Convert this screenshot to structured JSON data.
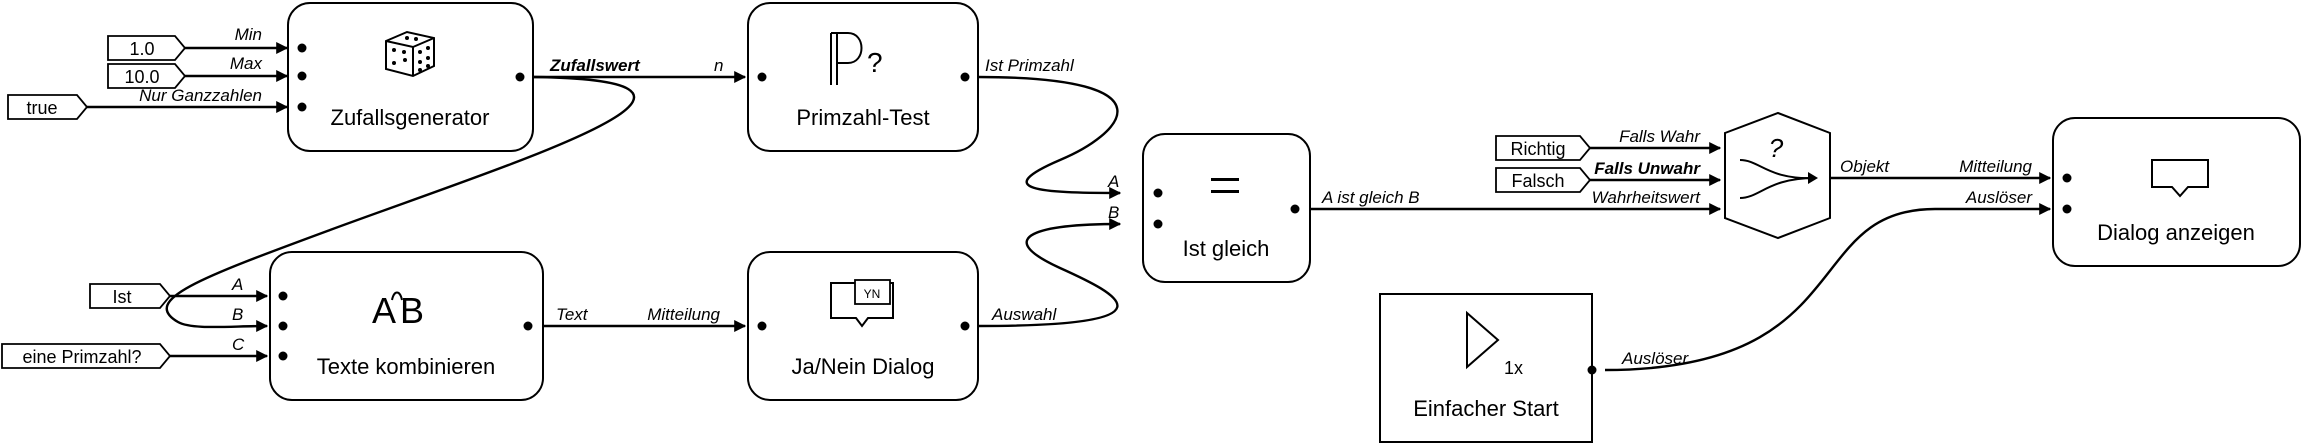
{
  "nodes": {
    "random": {
      "title": "Zufallsgenerator",
      "in_labels": [
        "Min",
        "Max",
        "Nur Ganzzahlen"
      ],
      "out_label": "Zufallswert",
      "icon": "dice-icon"
    },
    "prime": {
      "title": "Primzahl-Test",
      "in_label": "n",
      "out_label": "Ist Primzahl",
      "icon": "prime-symbol-icon"
    },
    "concat": {
      "title": "Texte kombinieren",
      "in_labels": [
        "A",
        "B",
        "C"
      ],
      "out_label": "Text",
      "icon": "concat-text-icon"
    },
    "yesno": {
      "title": "Ja/Nein Dialog",
      "in_label": "Mitteilung",
      "out_label": "Auswahl",
      "icon": "yes-no-dialog-icon",
      "icon_text": "YN"
    },
    "equals": {
      "title": "Ist gleich",
      "in_labels": [
        "A",
        "B"
      ],
      "out_label": "A ist gleich B",
      "icon": "equals-icon",
      "symbol": "="
    },
    "select": {
      "in_labels": [
        "Falls Wahr",
        "Falls Unwahr",
        "Wahrheitswert"
      ],
      "out_label": "Objekt",
      "icon": "conditional-switch-icon",
      "symbol": "?"
    },
    "dialog": {
      "title": "Dialog anzeigen",
      "in_labels": [
        "Mitteilung",
        "Auslöser"
      ],
      "icon": "speech-bubble-icon"
    },
    "start": {
      "title": "Einfacher Start",
      "out_label": "Auslöser",
      "icon": "play-once-icon",
      "icon_text": "1x"
    }
  },
  "constants": {
    "min": "1.0",
    "max": "10.0",
    "integers_only": "true",
    "text_a": "Ist",
    "text_c": "eine Primzahl?",
    "if_true": "Richtig",
    "if_false": "Falsch"
  },
  "colors": {
    "stroke": "#000000",
    "fill": "#ffffff"
  }
}
